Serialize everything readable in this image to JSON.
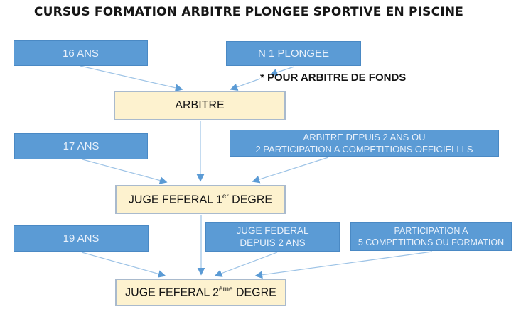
{
  "title": "CURSUS FORMATION ARBITRE PLONGEE SPORTIVE EN PISCINE",
  "footnote": "* POUR ARBITRE DE FONDS",
  "colors": {
    "box_blue_fill": "#5b9bd5",
    "box_blue_border": "#4a89c4",
    "box_blue_text": "#e9f1fb",
    "box_cream_fill": "#fdf2cf",
    "box_cream_border": "#a9bacd",
    "connector_line": "#9dc3e6",
    "arrowhead": "#5b9bd5",
    "title_text": "#161616"
  },
  "boxes": {
    "age16": {
      "label": "16 ANS"
    },
    "n1_plongee": {
      "label": "N 1 PLONGEE"
    },
    "arbitre": {
      "label": "ARBITRE"
    },
    "age17": {
      "label": "17 ANS"
    },
    "arbitre_depuis": {
      "line1": "ARBITRE DEPUIS 2 ANS OU",
      "line2": "2 PARTICIPATION A COMPETITIONS OFFICIELLLS"
    },
    "juge_federal_1": {
      "text": "JUGE FEFERAL 1",
      "sup": "er",
      "suffix": " DEGRE"
    },
    "age19": {
      "label": "19 ANS"
    },
    "juge_federal_depuis": {
      "line1": "JUGE FEDERAL",
      "line2": "DEPUIS 2 ANS"
    },
    "participation": {
      "line1": "PARTICIPATION A",
      "line2": "5 COMPETITIONS OU FORMATION"
    },
    "juge_federal_2": {
      "text": "JUGE FEFERAL 2",
      "sup": "éme",
      "suffix": " DEGRE"
    }
  }
}
